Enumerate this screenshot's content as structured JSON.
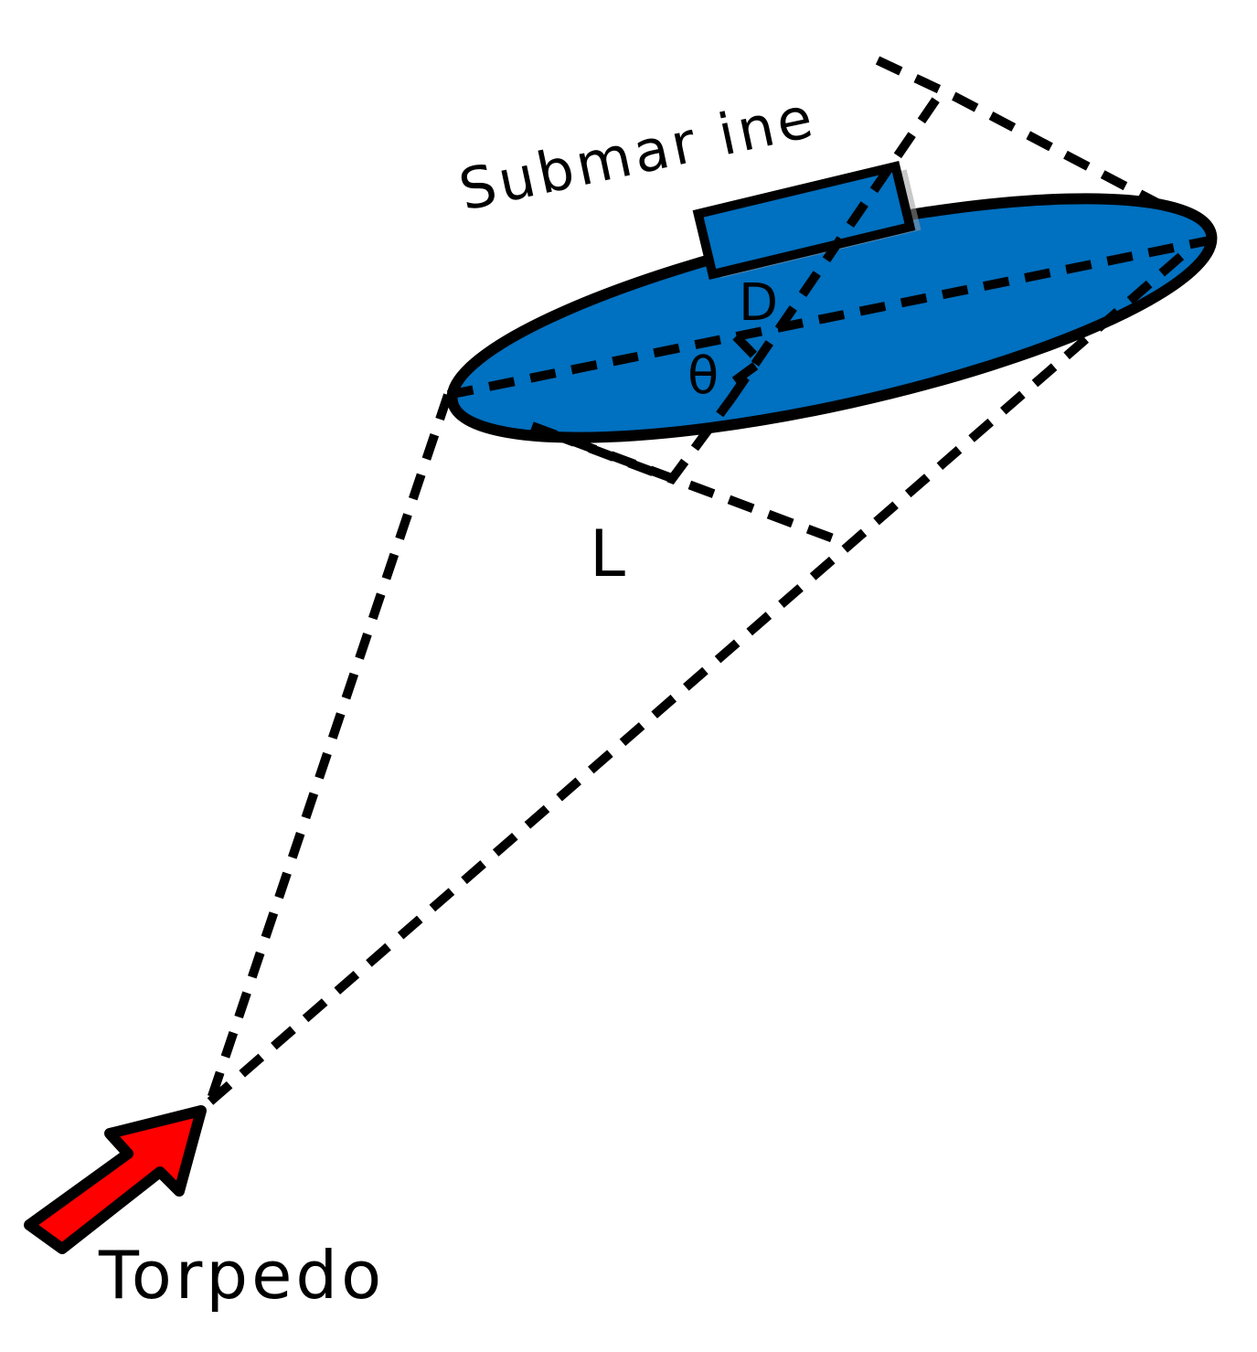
{
  "labels": {
    "submarine": "Submar ine",
    "torpedo": "Torpedo",
    "D": "D",
    "theta": "θ",
    "L": "L"
  },
  "colors": {
    "hull": "#0070c0",
    "torpedo": "#ff0000",
    "stroke": "#000000"
  }
}
